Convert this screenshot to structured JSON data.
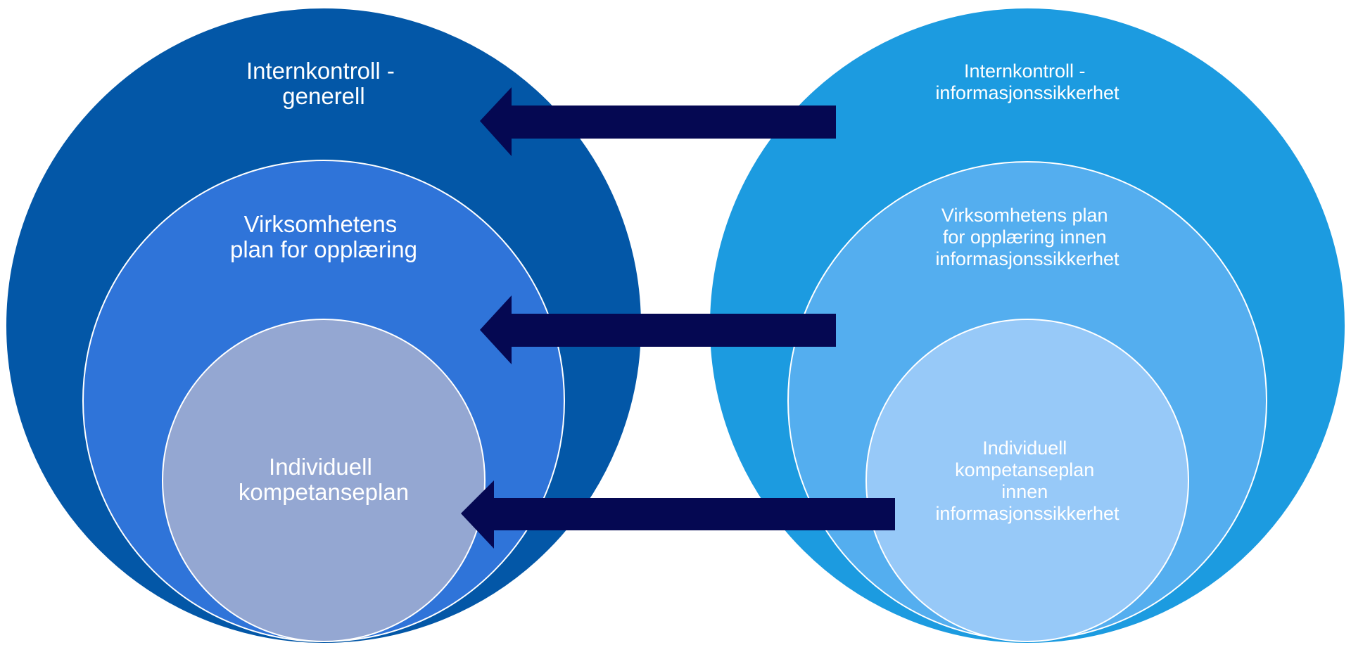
{
  "colors": {
    "left_outer": "#0357a7",
    "left_middle": "#2f74d9",
    "left_inner": "#94a7d2",
    "right_outer": "#1c9be0",
    "right_middle": "#54aeef",
    "right_inner": "#97c9f8",
    "arrow": "#050852",
    "circle_outline": "#ffffff",
    "text": "#ffffff"
  },
  "left": {
    "outer": {
      "lines": [
        "Internkontroll -",
        "generell"
      ]
    },
    "middle": {
      "lines": [
        "Virksomhetens",
        "plan for opplæring"
      ]
    },
    "inner": {
      "lines": [
        "Individuell",
        "kompetanseplan"
      ]
    }
  },
  "right": {
    "outer": {
      "lines": [
        "Internkontroll -",
        "informasjonssikkerhet"
      ]
    },
    "middle": {
      "lines": [
        "Virksomhetens plan",
        "for opplæring innen",
        "informasjonssikkerhet"
      ]
    },
    "inner": {
      "lines": [
        "Individuell",
        "kompetanseplan",
        "innen",
        "informasjonssikkerhet"
      ]
    }
  },
  "arrows": [
    {
      "direction": "left",
      "from": "right.outer",
      "to": "left.outer"
    },
    {
      "direction": "left",
      "from": "right.middle",
      "to": "left.middle"
    },
    {
      "direction": "left",
      "from": "right.inner",
      "to": "left.inner"
    }
  ]
}
